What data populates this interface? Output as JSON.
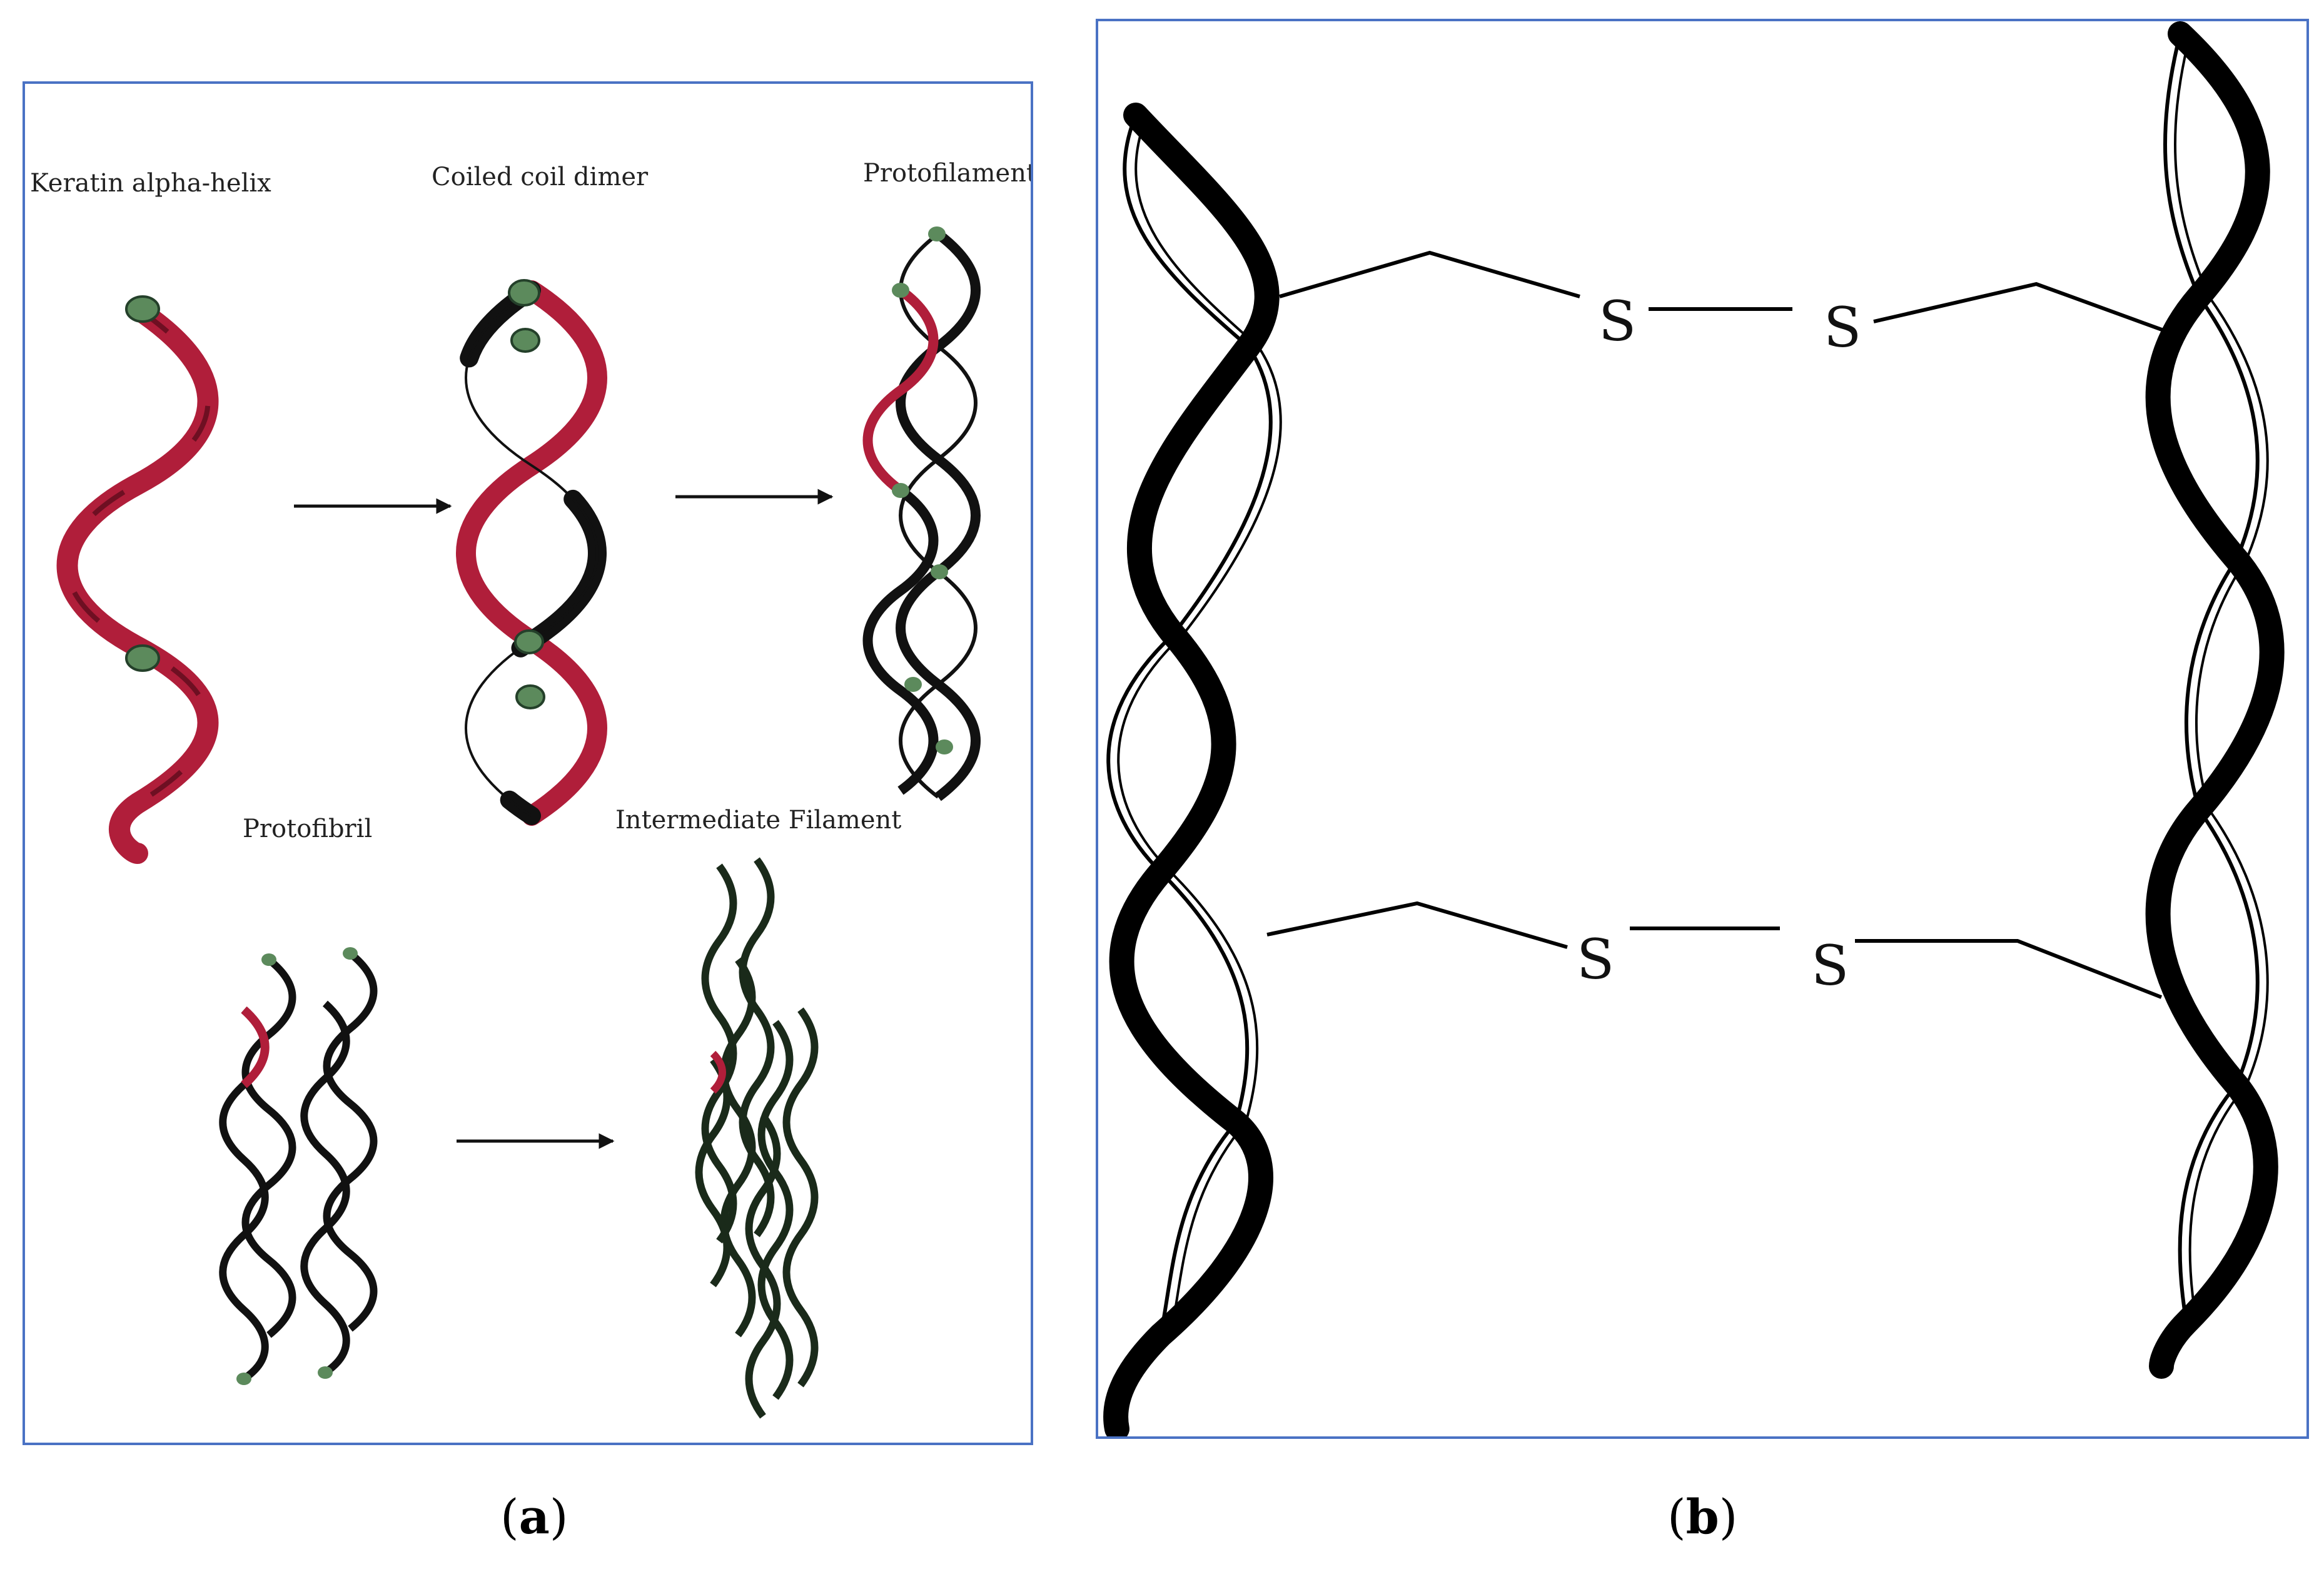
{
  "panel_a": {
    "labels": {
      "keratin_alpha_helix": "Keratin alpha-helix",
      "coiled_coil_dimer": "Coiled coil dimer",
      "protofilament": "Protofilament",
      "protofibril": "Protofibril",
      "intermediate_filament": "Intermediate Filament"
    },
    "caption_letter": "a"
  },
  "panel_b": {
    "atom_label": "S",
    "caption_letter": "b"
  },
  "colors": {
    "frame": "#4a72c4",
    "helix_red": "#b01e3a",
    "helix_black": "#111111",
    "terminal_green": "#5c8a5c"
  }
}
